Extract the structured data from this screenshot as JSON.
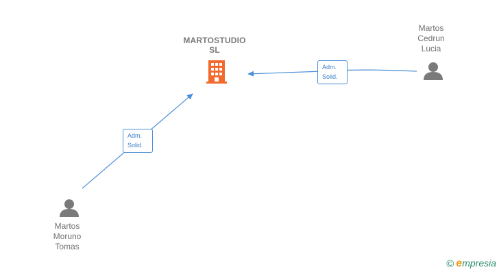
{
  "company": {
    "name_line1": "MARTOSTUDIO",
    "name_line2": "SL",
    "icon": "building-icon",
    "color": "#f26a2e"
  },
  "persons": [
    {
      "id": "lucia",
      "line1": "Martos",
      "line2": "Cedrun",
      "line3": "Lucia",
      "icon": "person-icon"
    },
    {
      "id": "tomas",
      "line1": "Martos",
      "line2": "Moruno",
      "line3": "Tomas",
      "icon": "person-icon"
    }
  ],
  "edges": [
    {
      "from": "lucia",
      "to": "company",
      "label_line1": "Adm.",
      "label_line2": "Solid."
    },
    {
      "from": "tomas",
      "to": "company",
      "label_line1": "Adm.",
      "label_line2": "Solid."
    }
  ],
  "colors": {
    "edge": "#4a8fd8",
    "person": "#7a7a7a",
    "text": "#6f6f6f"
  },
  "brand": {
    "copyright": "©",
    "initial": "e",
    "rest": "mpresia"
  }
}
